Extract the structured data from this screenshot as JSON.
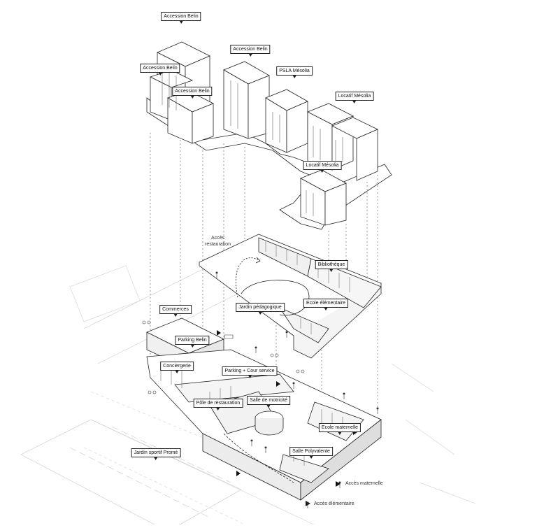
{
  "buildings_upper": [
    "Accession Belin",
    "Accession Belin",
    "Accession Belin",
    "Accession Belin",
    "PSLA Mésolia",
    "Locatif Mésolia",
    "Locatif Mésolia"
  ],
  "podium": [
    "Bibliothèque",
    "Jardin pédagogique",
    "Ecole élémentaire"
  ],
  "ground": [
    "Commerces",
    "Parking Belin",
    "Conciergerie",
    "Parking + Cour service",
    "Pôle de restauration",
    "Salle de motricité",
    "Ecole maternelle",
    "Salle Polyvalente",
    "Jardin sportif Promé"
  ],
  "access": {
    "restauration_line1": "Accès",
    "restauration_line2": "restauration",
    "maternelle": "Accès maternelle",
    "elementaire": "Accès élémentaire"
  },
  "colors": {
    "line": "#222222",
    "grid": "#cfcfcf",
    "background": "#ffffff"
  }
}
